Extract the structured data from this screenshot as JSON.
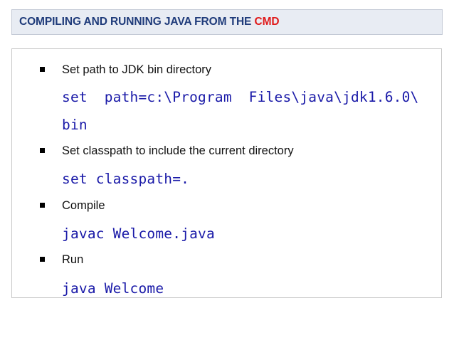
{
  "header": {
    "title_main": "COMPILING AND RUNNING JAVA FROM THE ",
    "title_accent": "CMD",
    "accent_color": "#e01b1b",
    "title_color": "#1f3b7a"
  },
  "steps": [
    {
      "label": "Set path to JDK bin directory",
      "code_lines": [
        "set  path=c:\\Program  Files\\java\\jdk1.6.0\\",
        "bin"
      ]
    },
    {
      "label": "Set classpath to include the current directory",
      "code_lines": [
        "set classpath=."
      ]
    },
    {
      "label": "Compile",
      "code_lines": [
        "javac Welcome.java"
      ]
    },
    {
      "label": "Run",
      "code_lines": [
        "java Welcome"
      ]
    }
  ],
  "colors": {
    "code": "#1a1aa8",
    "text": "#111111",
    "header_bg": "#e8ecf3"
  }
}
